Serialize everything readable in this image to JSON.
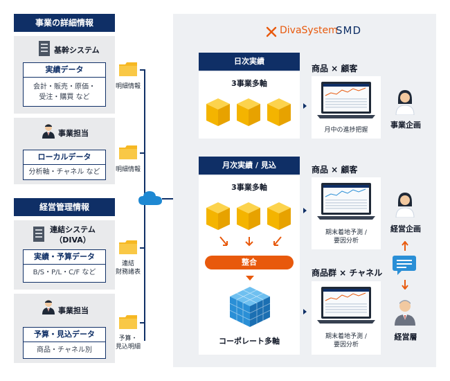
{
  "logo": {
    "brand": "DivaSystem",
    "suffix": "SMD"
  },
  "left": {
    "section1": {
      "header": "事業の詳細情報",
      "system_title": "基幹システム",
      "system_box_title": "実績データ",
      "system_box_line1": "会計・販売・原価・",
      "system_box_line2": "受注・購買 など",
      "person_title": "事業担当",
      "person_box_title": "ローカルデータ",
      "person_box_line1": "分析軸・チャネル など"
    },
    "section2": {
      "header": "経営管理情報",
      "system_title_line1": "連結システム",
      "system_title_line2": "（DIVA）",
      "system_box_title": "実績・予算データ",
      "system_box_line1": "B/S・P/L・C/F など",
      "person_title": "事業担当",
      "person_box_title": "予算・見込データ",
      "person_box_line1": "商品・チャネル別"
    },
    "folders": {
      "f1": "明細情報",
      "f2": "明細情報",
      "f3_line1": "連結",
      "f3_line2": "財務諸表",
      "f4_line1": "予算・",
      "f4_line2": "見込明細"
    }
  },
  "right": {
    "daily": {
      "bar": "日次実績",
      "caption": "3事業多軸",
      "result_title": "商品 × 顧客",
      "screen_caption": "月中の進捗把握",
      "role": "事業企画"
    },
    "monthly": {
      "bar": "月次実績 / 見込",
      "caption": "3事業多軸",
      "merge": "整合",
      "corporate": "コーポレート多軸",
      "result1_title": "商品 × 顧客",
      "screen1_line1": "期末着地予測 /",
      "screen1_line2": "要因分析",
      "role1": "経営企画",
      "result2_title": "商品群 × チャネル",
      "screen2_line1": "期末着地予測 /",
      "screen2_line2": "要因分析",
      "role2": "経営層"
    }
  },
  "colors": {
    "navy": "#0f2f66",
    "orange": "#e8590c",
    "cube": "#f4b400",
    "blue_cube": "#2a8fd6",
    "folder": "#f6b823"
  }
}
